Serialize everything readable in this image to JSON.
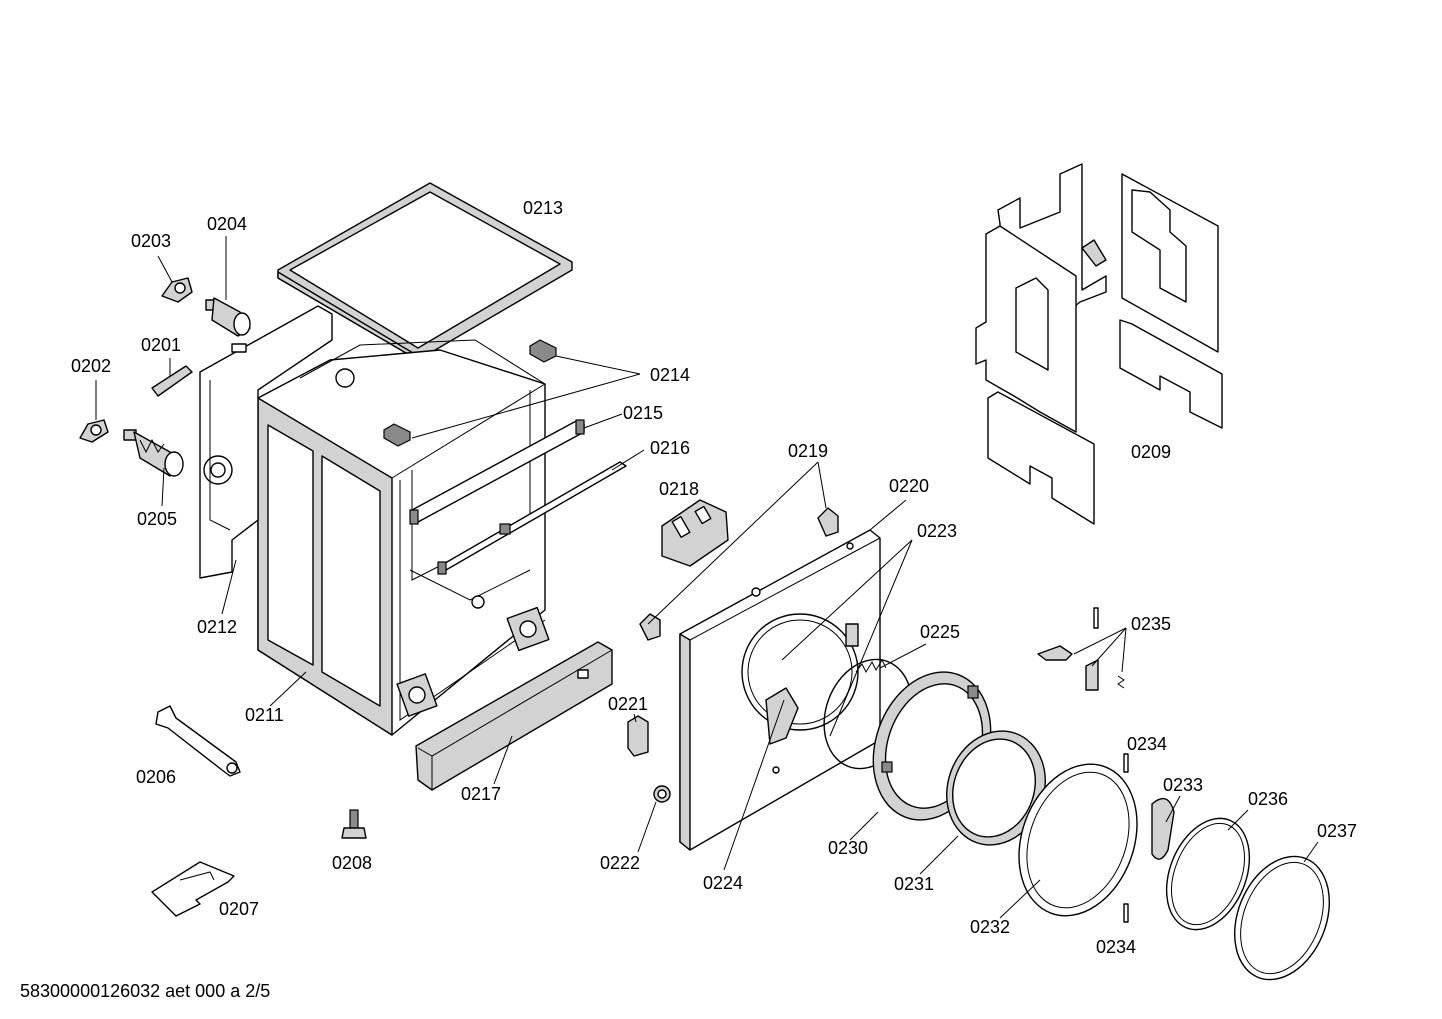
{
  "footer_text": "58300000126032 aet 000 a 2/5",
  "labels": {
    "p0201": "0201",
    "p0202": "0202",
    "p0203": "0203",
    "p0204": "0204",
    "p0205": "0205",
    "p0206": "0206",
    "p0207": "0207",
    "p0208": "0208",
    "p0209": "0209",
    "p0211": "0211",
    "p0212": "0212",
    "p0213": "0213",
    "p0214": "0214",
    "p0215": "0215",
    "p0216": "0216",
    "p0217": "0217",
    "p0218": "0218",
    "p0219": "0219",
    "p0220": "0220",
    "p0221": "0221",
    "p0222": "0222",
    "p0223": "0223",
    "p0224": "0224",
    "p0225": "0225",
    "p0230": "0230",
    "p0231": "0231",
    "p0232": "0232",
    "p0233": "0233",
    "p0234a": "0234",
    "p0234b": "0234",
    "p0235": "0235",
    "p0236": "0236",
    "p0237": "0237"
  }
}
